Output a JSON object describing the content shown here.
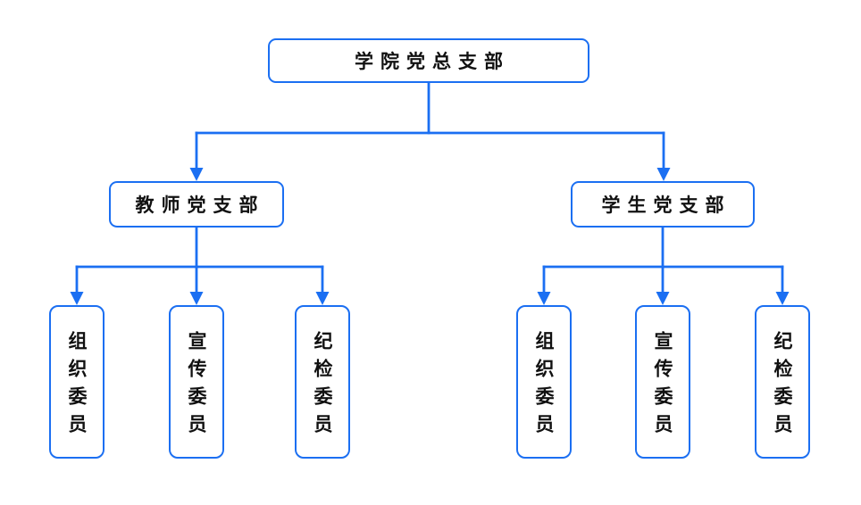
{
  "colors": {
    "accent": "#1b6ff2",
    "text": "#111111",
    "background": "#ffffff"
  },
  "org": {
    "root": {
      "label": "学院党总支部"
    },
    "branches": [
      {
        "label": "教师党支部",
        "children": [
          {
            "label": "组织委员"
          },
          {
            "label": "宣传委员"
          },
          {
            "label": "纪检委员"
          }
        ]
      },
      {
        "label": "学生党支部",
        "children": [
          {
            "label": "组织委员"
          },
          {
            "label": "宣传委员"
          },
          {
            "label": "纪检委员"
          }
        ]
      }
    ]
  }
}
